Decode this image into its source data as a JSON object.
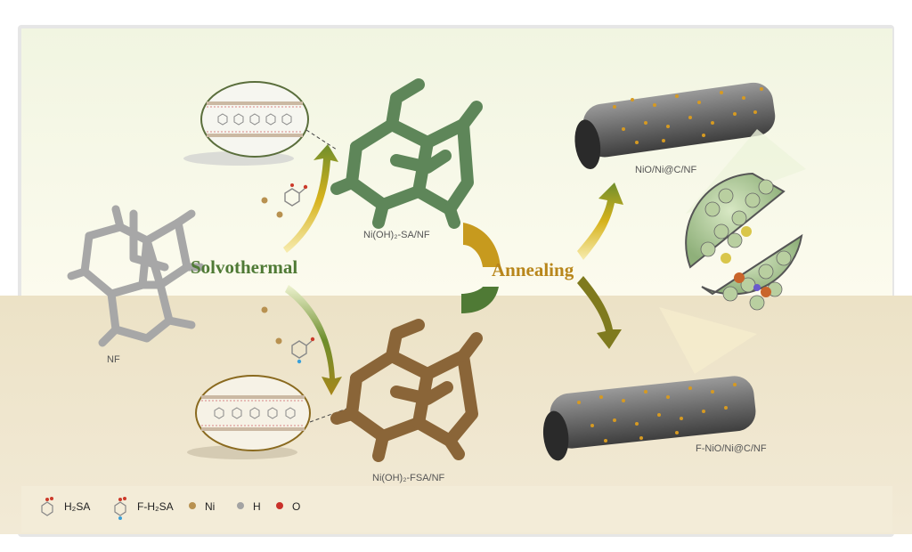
{
  "labels": {
    "nf": "NF",
    "sa_sample": "Ni(OH)₂-SA/NF",
    "fsa_sample": "Ni(OH)₂-FSA/NF",
    "nio": "NiO/Ni@C/NF",
    "fnio": "F-NiO/Ni@C/NF",
    "solvothermal": "Solvothermal",
    "annealing": "Annealing"
  },
  "legend": {
    "h2sa": "H₂SA",
    "fh2sa": "F-H₂SA",
    "ni": "Ni",
    "h": "H",
    "o": "O"
  },
  "colors": {
    "green_structure": "#5e8659",
    "brown_structure": "#8a6538",
    "solvothermal_text": "#4f7a35",
    "annealing_text": "#b8861b",
    "top_background": "#fbfbec",
    "bottom_background": "#efe5cc"
  }
}
